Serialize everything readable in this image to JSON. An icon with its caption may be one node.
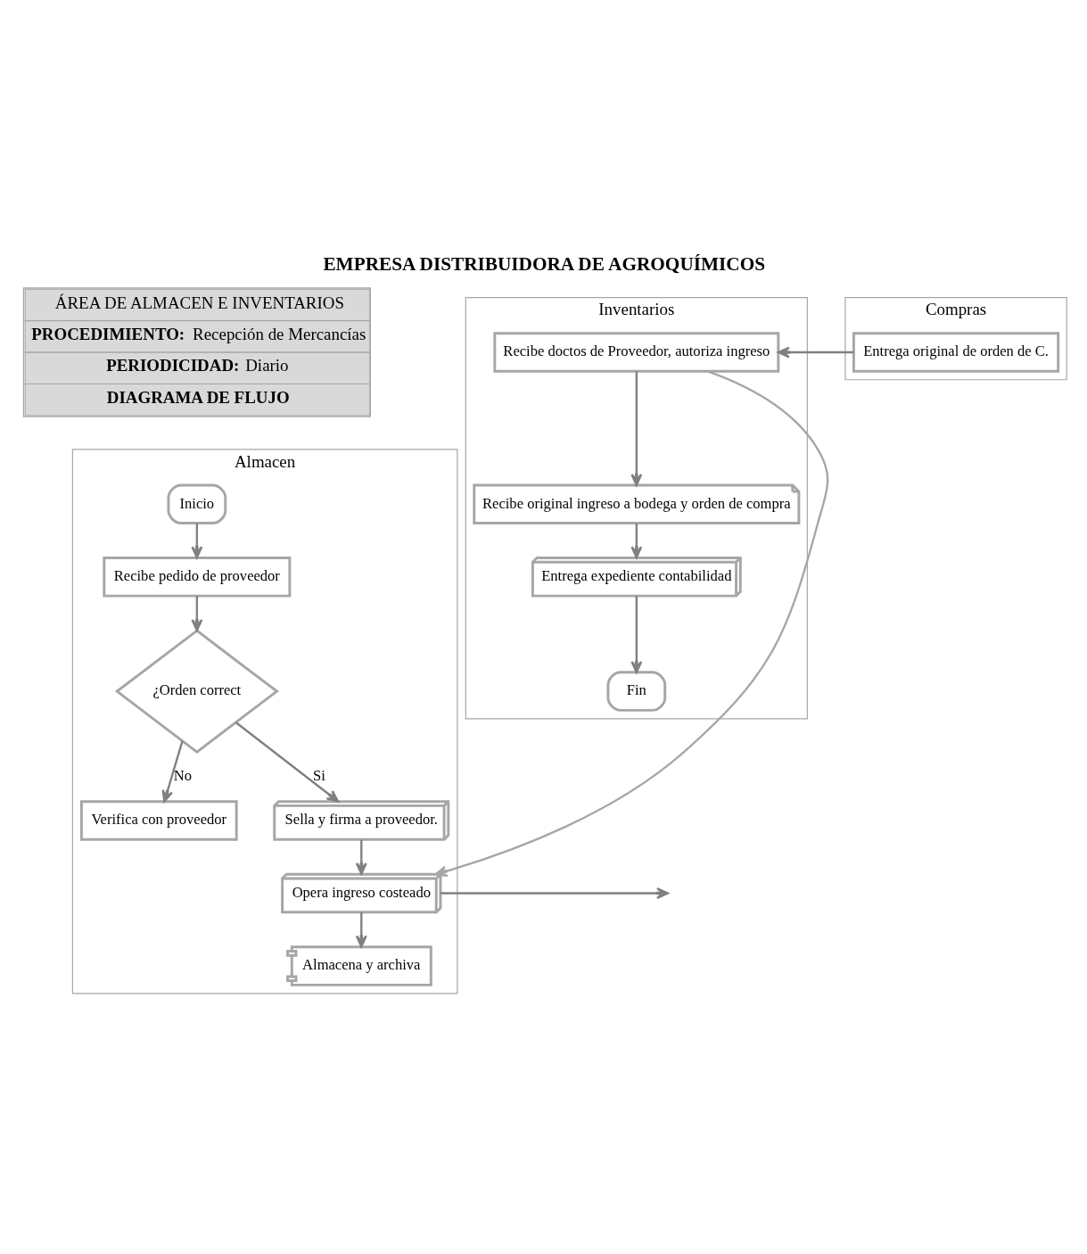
{
  "diagram": {
    "title": "EMPRESA DISTRIBUIDORA DE AGROQUÍMICOS",
    "nodes": [
      {
        "text": [
          "Almacen"
        ]
      },
      {
        "text": [
          "Inventarios"
        ]
      },
      {
        "text": [
          "Compras"
        ]
      },
      {
        "text": [
          "Inicio"
        ],
        "in": 0
      },
      {
        "text": [
          "Recibe pedido de proveedor"
        ],
        "in": 0
      },
      {
        "text": [
          "¿Orden correct"
        ],
        "in": 0
      },
      {
        "text": [
          "Verifica con proveedor"
        ],
        "in": 0
      },
      {
        "text": [
          "Sella y firma a proveedor."
        ],
        "in": 0
      },
      {
        "text": [
          "Opera ingreso costeado"
        ],
        "in": 0
      },
      {
        "text": [
          "Almacena y archiva"
        ],
        "in": 0
      },
      {
        "text": [
          "Recibe doctos de Proveedor, autoriza ingreso"
        ],
        "in": 1
      },
      {
        "text": [
          "Recibe original ingreso a bodega y orden de compra"
        ],
        "in": 1
      },
      {
        "text": [
          "Entrega expediente contabilidad"
        ],
        "in": 1
      },
      {
        "text": [
          "Fin"
        ],
        "in": 1
      },
      {
        "text": [
          "Entrega original de orden de C."
        ],
        "in": 2
      }
    ],
    "edges": [
      {
        "from": 3,
        "to": 4,
        "arrow": "to"
      },
      {
        "from": 4,
        "to": 5,
        "arrow": "to"
      },
      {
        "from": 5,
        "to": 6,
        "arrow": "to",
        "label": "No"
      },
      {
        "from": 5,
        "to": 7,
        "arrow": "to",
        "label": "Si"
      },
      {
        "from": 7,
        "to": 8,
        "arrow": "to"
      },
      {
        "from": 10,
        "to": 8,
        "arrow": "to",
        "color": "#a6a6a6"
      },
      {
        "from": 8,
        "to": null,
        "arrow": "to"
      },
      {
        "from": 8,
        "to": 9,
        "arrow": "to"
      },
      {
        "from": 14,
        "to": 10,
        "arrow": "to"
      },
      {
        "from": 10,
        "to": 11,
        "arrow": "to"
      },
      {
        "from": 11,
        "to": 12,
        "arrow": "to"
      },
      {
        "from": 12,
        "to": 13,
        "arrow": "to"
      }
    ],
    "labels": [
      "ÁREA DE ALMACEN E INVENTARIOS",
      "**PROCEDIMIENTO:** Recepción de Mercancías",
      "**PERIODICIDAD:** Diario",
      "DIAGRAMA DE FLUJO"
    ]
  }
}
